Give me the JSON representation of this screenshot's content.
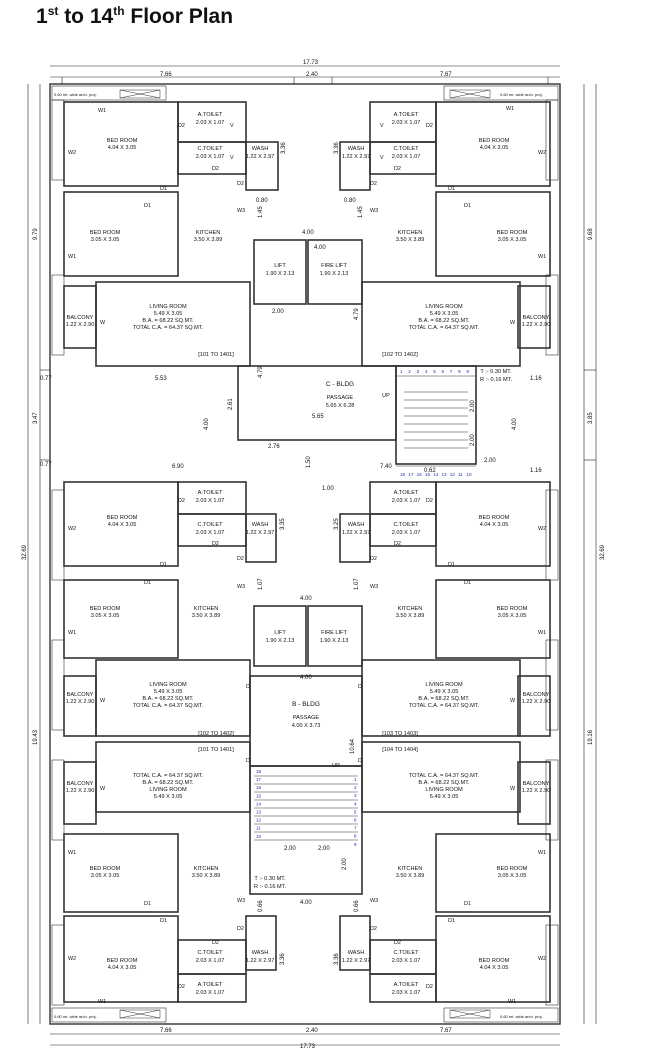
{
  "title": {
    "ord1": "1",
    "sup1": "st",
    "mid": " to 14",
    "sup2": "th",
    "rest": " Floor Plan"
  },
  "dimensions": {
    "total_width": "17.73",
    "left_width": "7.66",
    "mid_width": "2.40",
    "right_width": "7.67",
    "left_height_top": "9.79",
    "left_height_mid": "3.47",
    "left_height_total": "32.69",
    "left_height_bottom": "19.43",
    "right_height_top": "9.68",
    "right_height_mid": "3.85",
    "right_height_total": "32.69",
    "right_height_bottom": "19.16",
    "d_336": "3.36",
    "d_325": "3.25",
    "d_335": "3.35",
    "d_145": "1.45",
    "d_080": "0.80",
    "d_400": "4.00",
    "d_479": "4.79",
    "d_200": "2.00",
    "d_077": "0.77",
    "d_553": "5.53",
    "d_690": "6.90",
    "d_565": "5.65",
    "d_261": "2.61",
    "d_276": "2.76",
    "d_150": "1.50",
    "d_100": "1.00",
    "d_740": "7.40",
    "d_116": "1.16",
    "d_107": "1.07",
    "d_1064": "10.64",
    "d_066": "0.66",
    "d_062": "0.62"
  },
  "rooms": {
    "bed_room": "BED ROOM",
    "bed_big": "4.04 X 3.05",
    "bed_small": "3.05 X 3.05",
    "kitchen": "KITCHEN",
    "kitchen_size": "3.50 X 3.89",
    "living": "LIVING ROOM",
    "living_size": "5.49 X 3.05",
    "ba": "B.A. = 68.22 SQ.MT.",
    "tca": "TOTAL C.A. = 64.37 SQ.MT.",
    "balcony": "BALCONY",
    "balcony_size": "1.22 X 2.90",
    "atoilet": "A.TOILET",
    "ctoilet": "C.TOILET",
    "toilet_size": "2.03 X 1.07",
    "wash": "WASH",
    "wash_size": "1.22 X 2.97",
    "lift": "LIFT",
    "lift_size": "1.90 X 2.13",
    "fire_lift": "FIRE LIFT",
    "fire_lift_size": "1.90 X 2.13",
    "proj": "0.60 mt. wide arch. proj."
  },
  "doors": {
    "d1": "D1",
    "d2": "D2",
    "w1": "W1",
    "w2": "W2",
    "w3": "W3",
    "w": "W",
    "v": "V",
    "d": "D"
  },
  "flats": {
    "c_left": "[101 TO 1401]",
    "c_right": "[102 TO 1402]",
    "b_tl": "[102 TO 1402]",
    "b_tr": "[103 TO 1403]",
    "b_bl": "[101 TO 1401]",
    "b_br": "[104 TO 1404]"
  },
  "cores": {
    "c_bldg": "C - BLDG",
    "b_bldg": "B - BLDG",
    "passage": "PASSAGE",
    "c_passage_size": "5.65 X 6.28",
    "b_passage_size": "4.00 X 3.73",
    "up": "UP",
    "tread": "T :- 0.30 MT.",
    "riser": "R :- 0.16 MT."
  },
  "stair_steps": {
    "c_top": [
      "1",
      "2",
      "3",
      "4",
      "5",
      "6",
      "7",
      "8",
      "9"
    ],
    "c_bottom": [
      "18",
      "17",
      "16",
      "15",
      "14",
      "13",
      "12",
      "11",
      "10"
    ],
    "b_left": [
      "18",
      "17",
      "16",
      "15",
      "14",
      "13",
      "12",
      "11",
      "10"
    ],
    "b_right": [
      "1",
      "2",
      "3",
      "4",
      "5",
      "6",
      "7",
      "8",
      "9"
    ]
  },
  "colors": {
    "wall": "#333333",
    "dim": "#222222",
    "door_label": "#1f2fa8",
    "flat_no": "#c4161c",
    "area_red": "#c4161c",
    "area_blue": "#1f2fa8",
    "magenta": "#b000b0"
  }
}
